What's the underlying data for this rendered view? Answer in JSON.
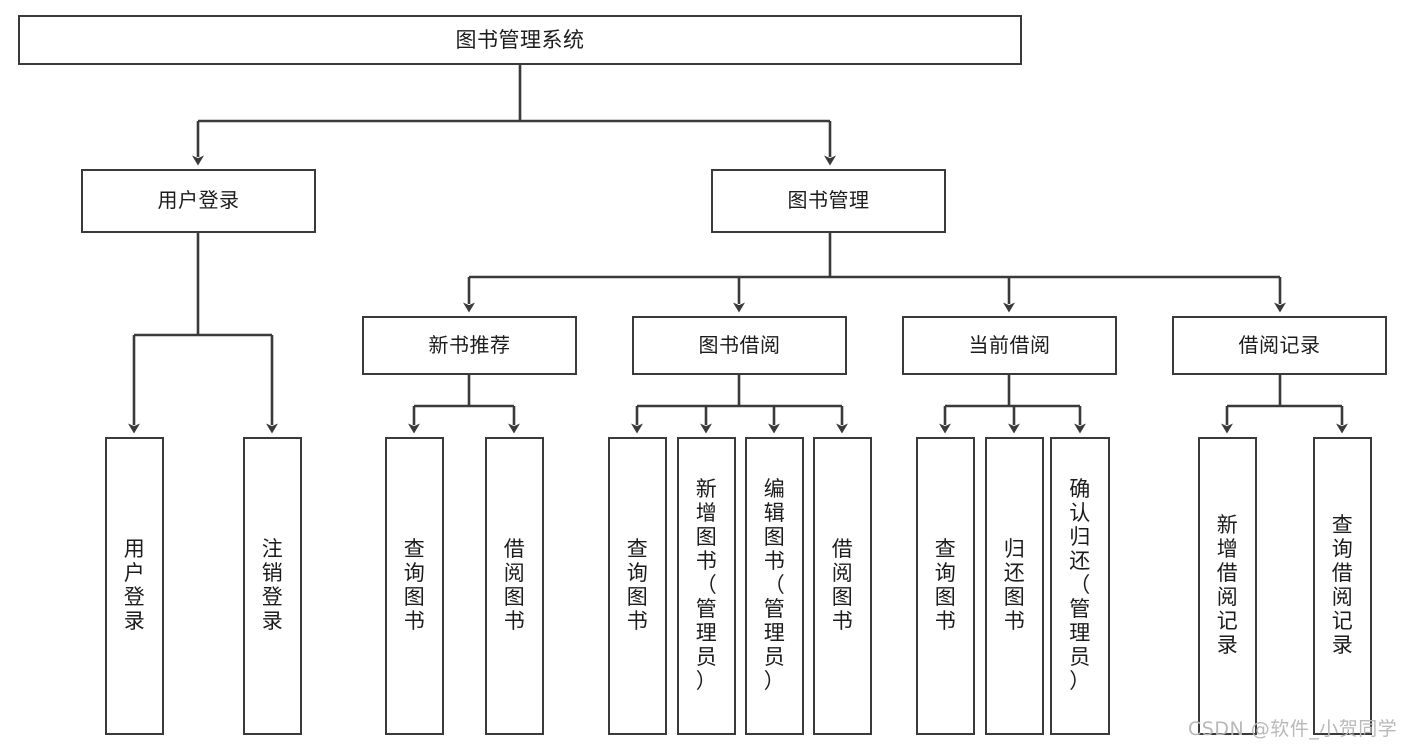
{
  "diagram": {
    "title": "图书管理系统",
    "type": "functional-structure-tree",
    "background_color": "#ffffff",
    "node_border_color": "#3a3a3a",
    "connector_color": "#3a3a3a",
    "text_color": "#1c1c1c"
  },
  "nodes": {
    "root": {
      "label": "图书管理系统"
    },
    "level1": [
      {
        "label": "用户登录"
      },
      {
        "label": "图书管理"
      }
    ],
    "level2": [
      {
        "label": "新书推荐"
      },
      {
        "label": "图书借阅"
      },
      {
        "label": "当前借阅"
      },
      {
        "label": "借阅记录"
      }
    ],
    "leaves": {
      "user_login": [
        {
          "label": "用\n户\n登\n录"
        },
        {
          "label": "注\n销\n登\n录"
        }
      ],
      "new_book_recommend": [
        {
          "label": "查\n询\n图\n书"
        },
        {
          "label": "借\n阅\n图\n书"
        }
      ],
      "book_borrow": [
        {
          "label": "查\n询\n图\n书"
        },
        {
          "label": "新\n增\n图\n书\n（\n管\n理\n员\n）"
        },
        {
          "label": "编\n辑\n图\n书\n（\n管\n理\n员\n）"
        },
        {
          "label": "借\n阅\n图\n书"
        }
      ],
      "current_borrow": [
        {
          "label": "查\n询\n图\n书"
        },
        {
          "label": "归\n还\n图\n书"
        },
        {
          "label": "确\n认\n归\n还\n（\n管\n理\n员\n）"
        }
      ],
      "borrow_record": [
        {
          "label": "新\n增\n借\n阅\n记\n录"
        },
        {
          "label": "查\n询\n借\n阅\n记\n录"
        }
      ]
    }
  },
  "watermark": {
    "text": "CSDN @软件_小贺同学",
    "color": "#b9b9b9"
  }
}
